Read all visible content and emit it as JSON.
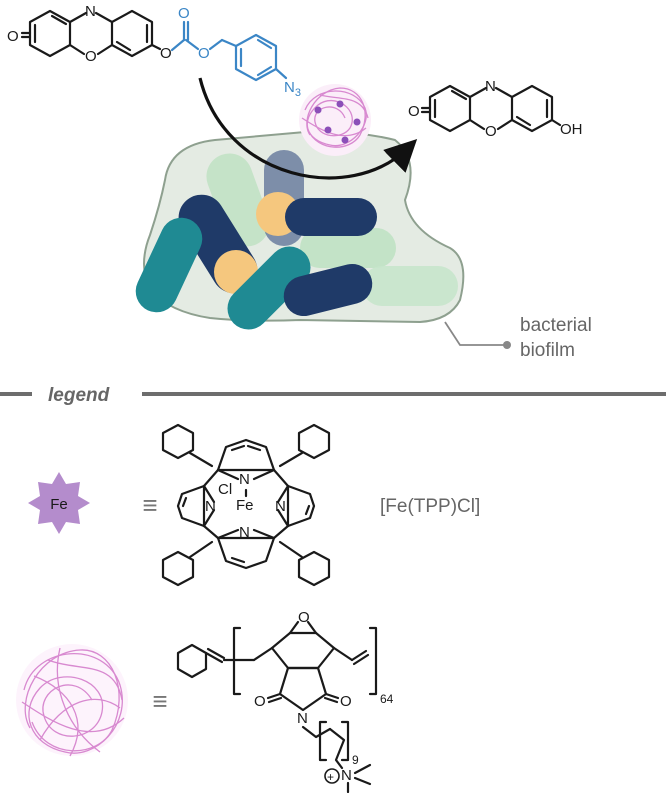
{
  "top": {
    "substrate_atoms": {
      "n": "N",
      "o_ring": "O",
      "o_keto": "O",
      "o_ester": "O",
      "o_carbonyl": "O",
      "o_ester2": "O",
      "azide": "N",
      "azide_sub": "3"
    },
    "product_atoms": {
      "n": "N",
      "o_ring": "O",
      "o_keto": "O",
      "oh": "OH"
    },
    "biofilm_label_line1": "bacterial",
    "biofilm_label_line2": "biofilm"
  },
  "legend": {
    "title": "legend",
    "fe_badge": "Fe",
    "equiv": "≡",
    "porphyrin_atoms": {
      "cl": "Cl",
      "fe": "Fe",
      "n_top": "N",
      "n_left": "N",
      "n_right": "N",
      "n_bottom": "N"
    },
    "complex_label": "[Fe(TPP)Cl]",
    "polymer_atoms": {
      "o_bridge": "O",
      "o_left": "O",
      "o_right": "O",
      "n_imide": "N",
      "n_plus": "N",
      "plus": "+",
      "dp": "64",
      "chain": "9"
    }
  },
  "colors": {
    "substrate_blue": "#3b86c6",
    "navy": "#1f3a68",
    "teal": "#1f8a93",
    "mint": "#bfe2c3",
    "gold": "#f5c77e",
    "fe_purple": "#b48ccc",
    "coil_pink": "#d889d0",
    "biofilm_bg": "#e4ebe3",
    "divider": "#6d6d6d"
  }
}
